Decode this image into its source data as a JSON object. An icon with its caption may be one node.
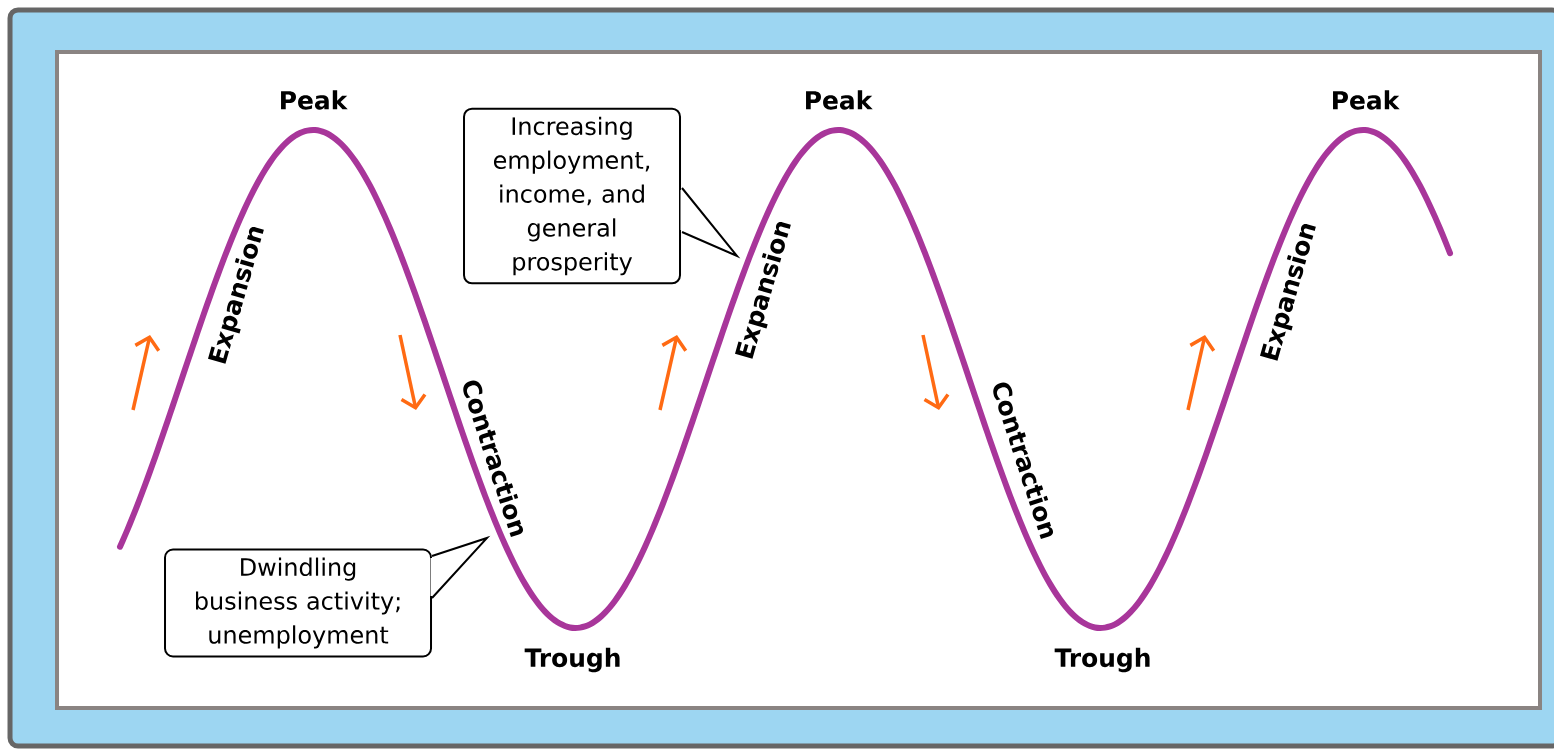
{
  "diagram": {
    "nodes": [
      {
        "text": [
          "Increasing employment, income, and general prosperity"
        ]
      },
      {
        "text": [
          "Dwindling business activity; unemployment"
        ]
      }
    ],
    "labels": [
      "Peak",
      "Expansion",
      "Contraction",
      "Trough",
      "Expansion",
      "Peak",
      "Contraction",
      "Trough",
      "Expansion",
      "Peak"
    ]
  }
}
